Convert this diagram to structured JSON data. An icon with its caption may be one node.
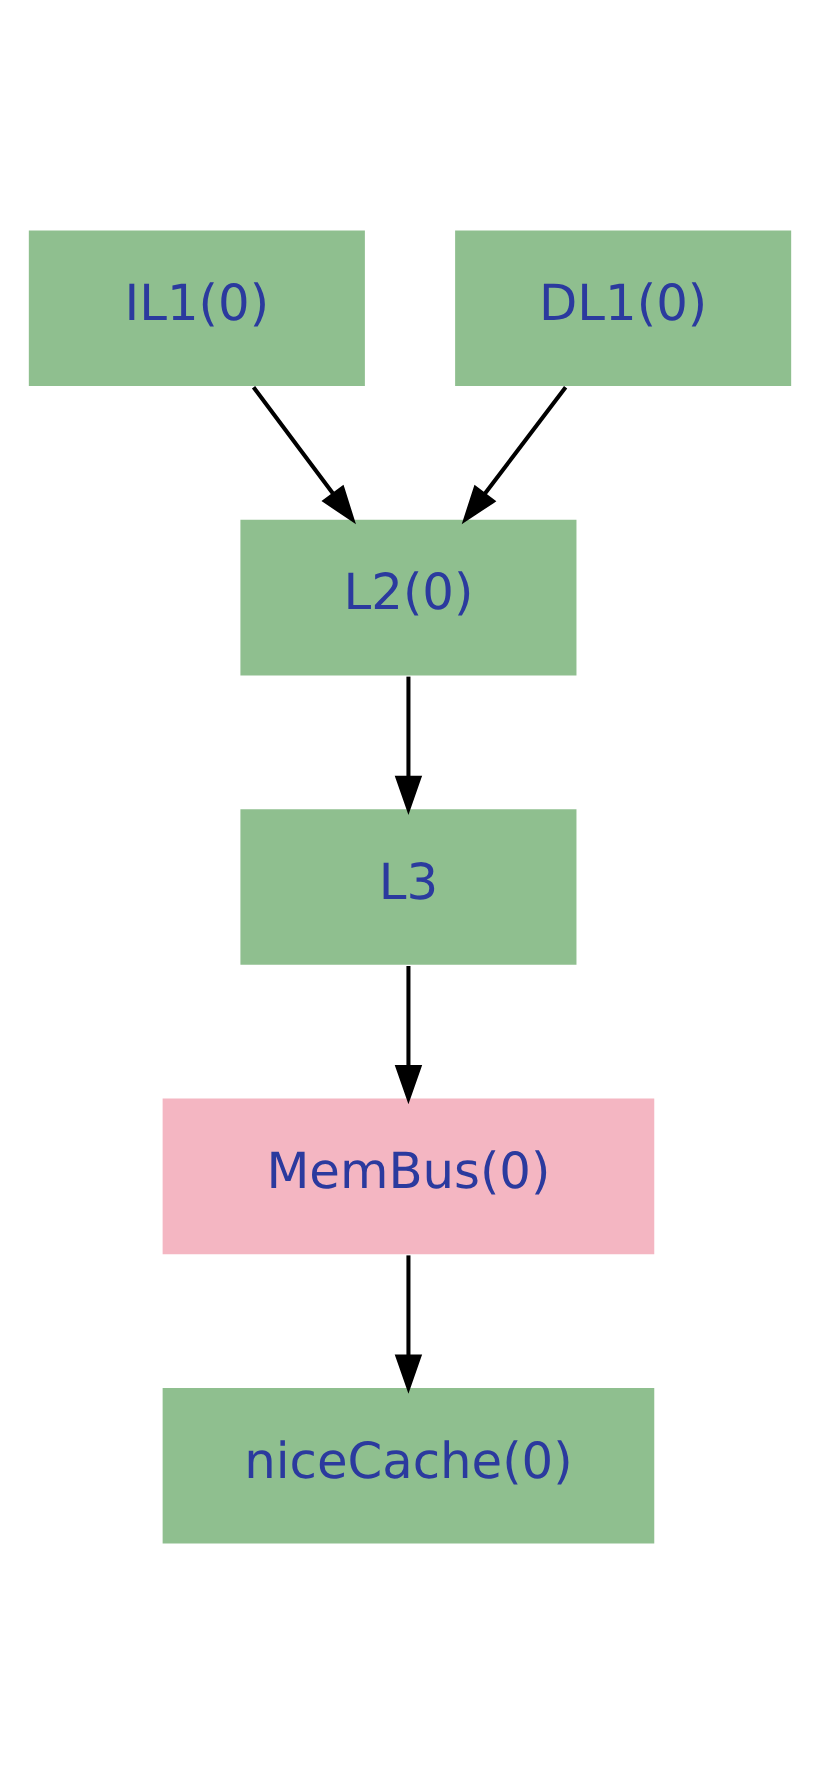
{
  "diagram": {
    "nodes": [
      {
        "text": [
          "IL1(0)"
        ]
      },
      {
        "text": [
          "DL1(0)"
        ]
      },
      {
        "text": [
          "L2(0)"
        ]
      },
      {
        "text": [
          "L3"
        ]
      },
      {
        "text": [
          "MemBus(0)"
        ]
      },
      {
        "text": [
          "niceCache(0)"
        ]
      }
    ],
    "edges": [
      {
        "from": 0,
        "to": 2,
        "arrow": "to"
      },
      {
        "from": 1,
        "to": 2,
        "arrow": "to"
      },
      {
        "from": 2,
        "to": 3,
        "arrow": "to"
      },
      {
        "from": 3,
        "to": 4,
        "arrow": "to"
      },
      {
        "from": 4,
        "to": 5,
        "arrow": "to"
      }
    ]
  }
}
